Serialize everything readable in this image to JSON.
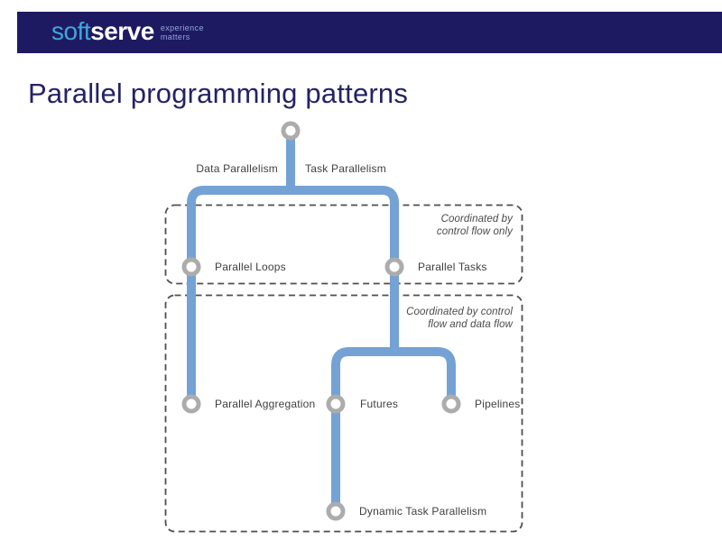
{
  "header": {
    "logo_part1": "soft",
    "logo_part2": "serve",
    "tagline_line1": "experience",
    "tagline_line2": "matters"
  },
  "title": "Parallel programming patterns",
  "diagram": {
    "branches": {
      "left": "Data Parallelism",
      "right": "Task Parallelism"
    },
    "groups": [
      {
        "name": "control-flow-only",
        "label_lines": [
          "Coordinated by",
          "control flow only"
        ]
      },
      {
        "name": "control-flow-and-data-flow",
        "label_lines": [
          "Coordinated by control",
          "flow and data flow"
        ]
      }
    ],
    "nodes": [
      {
        "id": "root",
        "label": ""
      },
      {
        "id": "parallel-loops",
        "label": "Parallel Loops"
      },
      {
        "id": "parallel-tasks",
        "label": "Parallel Tasks"
      },
      {
        "id": "parallel-aggregation",
        "label": "Parallel Aggregation"
      },
      {
        "id": "futures",
        "label": "Futures"
      },
      {
        "id": "pipelines",
        "label": "Pipelines"
      },
      {
        "id": "dynamic-task-parallelism",
        "label": "Dynamic Task Parallelism"
      }
    ]
  },
  "colors": {
    "header_bg": "#1E1A62",
    "logo_soft": "#3FA8DA",
    "logo_serve": "#FFFFFF",
    "tagline": "#8FA8D8",
    "title_text": "#232366",
    "connector_blue": "#74A2D5",
    "node_ring_gray": "#ACACAC",
    "label_text": "#3F3F3F",
    "group_border": "#4F4F4F",
    "group_caption": "#4A4A4A"
  }
}
